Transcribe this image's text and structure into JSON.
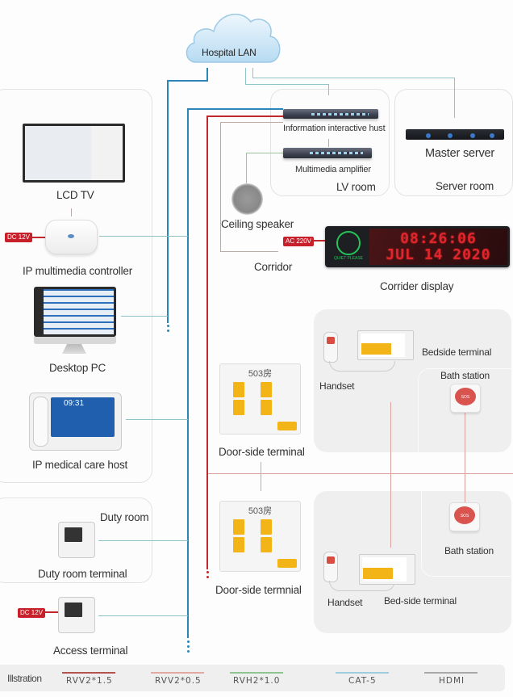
{
  "network": {
    "cloud_label": "Hospital LAN"
  },
  "rooms": {
    "lv_room": "LV room",
    "server_room": "Server room",
    "corridor": "Corridor",
    "duty_room": "Duty room"
  },
  "devices": {
    "info_host": "Information interactive hust",
    "amplifier": "Multimedia amplifier",
    "master_server": "Master server",
    "ceiling_speaker": "Ceiling speaker",
    "corridor_display": "Corrider display",
    "lcd_tv": "LCD TV",
    "ip_multimedia_controller": "IP multimedia controller",
    "desktop_pc": "Desktop PC",
    "ip_medical_care_host": "IP medical care host",
    "duty_room_terminal": "Duty room terminal",
    "access_terminal": "Access terminal",
    "door_side_terminal_1": "Door-side terminal",
    "door_side_terminal_2": "Door-side termnial",
    "bedside_terminal": "Bedside terminal",
    "bed_side_terminal": "Bed-side terminal",
    "handset_1": "Handset",
    "handset_2": "Handset",
    "bath_station_1": "Bath station",
    "bath_station_2": "Bath station"
  },
  "power_tags": {
    "controller": "DC 12V",
    "corridor_display": "AC 220V",
    "access_terminal": "DC 12V"
  },
  "led_display": {
    "time": "08:26:06",
    "date": "JUL 14 2020",
    "badge": "QUIET PLEASE"
  },
  "door_terminal": {
    "room": "503房"
  },
  "medical_host": {
    "time": "09:31"
  },
  "bath_button": {
    "text": "SOS"
  },
  "legend": {
    "title": "Illstration",
    "items": [
      {
        "label": "RVV2*1.5",
        "color": "#b5534f"
      },
      {
        "label": "RVV2*0.5",
        "color": "#e2a8a2"
      },
      {
        "label": "RVH2*1.0",
        "color": "#8fc493"
      },
      {
        "label": "CAT-5",
        "color": "#9fcde0"
      },
      {
        "label": "HDMI",
        "color": "#a9a9a9"
      }
    ]
  }
}
